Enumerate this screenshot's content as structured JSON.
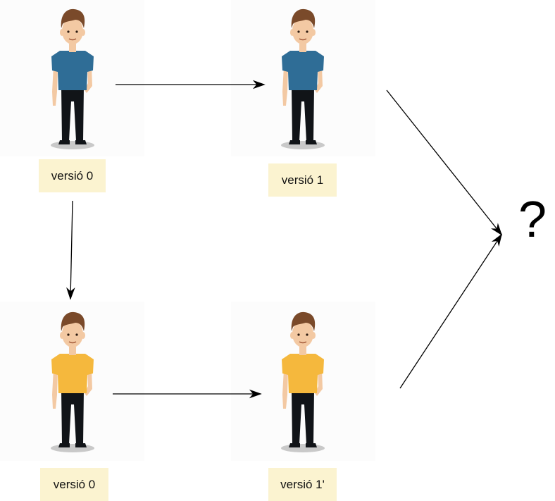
{
  "diagram": {
    "nodes": [
      {
        "id": "v0_blue",
        "label": "versió 0",
        "shirt_color": "#2f6d96"
      },
      {
        "id": "v1_blue",
        "label": "versió 1",
        "shirt_color": "#2f6d96"
      },
      {
        "id": "v0_yellow",
        "label": "versió 0",
        "shirt_color": "#f5b83d"
      },
      {
        "id": "v1prime_yellow",
        "label": "versió 1'",
        "shirt_color": "#f5b83d"
      }
    ],
    "edges": [
      {
        "from": "v0_blue",
        "to": "v1_blue"
      },
      {
        "from": "v0_blue",
        "to": "v0_yellow"
      },
      {
        "from": "v0_yellow",
        "to": "v1prime_yellow"
      },
      {
        "from": "v1_blue",
        "to": "merge"
      },
      {
        "from": "v1prime_yellow",
        "to": "merge"
      }
    ],
    "merge_symbol": "?"
  },
  "colors": {
    "label_background": "#fbf3d0",
    "hair": "#7a4a2a",
    "skin": "#f3c9a3",
    "trousers": "#111418",
    "shadow": "#c9c9c9",
    "arrow": "#000000"
  },
  "icons": {
    "person": "person-figure-icon"
  }
}
